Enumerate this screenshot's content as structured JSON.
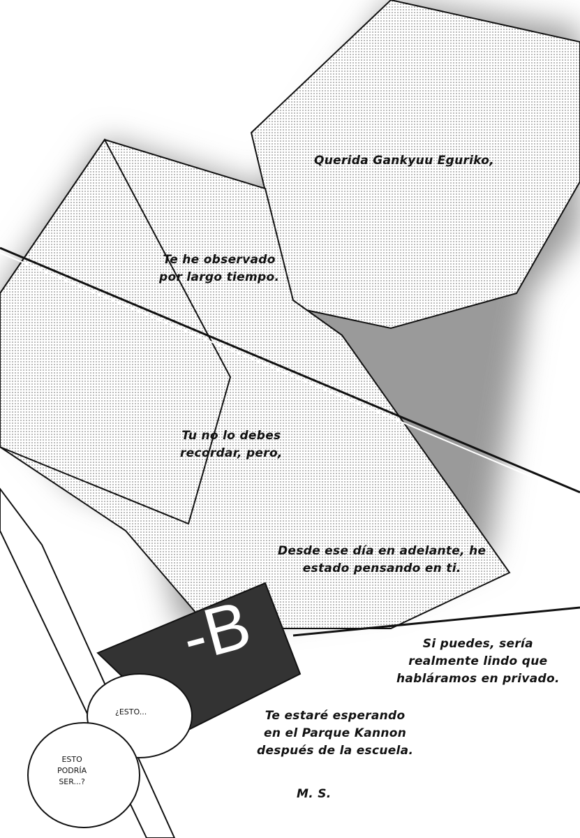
{
  "letter": {
    "greeting": "Querida Gankyuu Eguriko,",
    "line1a": "Te he observado",
    "line1b": "por largo tiempo.",
    "line2a": "Tu no lo debes",
    "line2b": "recordar, pero,",
    "line3a": "Desde ese día en adelante, he",
    "line3b": "estado pensando en ti.",
    "line4a": "Si puedes, sería",
    "line4b": "realmente lindo que",
    "line4c": "habláramos en privado.",
    "line5a": "Te estaré esperando",
    "line5b": "en el Parque Kannon",
    "line5c": "después de la escuela.",
    "signature": "M. S."
  },
  "tag": {
    "label": "-B"
  },
  "bubbles": {
    "first": "¿ESTO...",
    "second_a": "ESTO",
    "second_b": "PODRÍA",
    "second_c": "SER...?"
  }
}
